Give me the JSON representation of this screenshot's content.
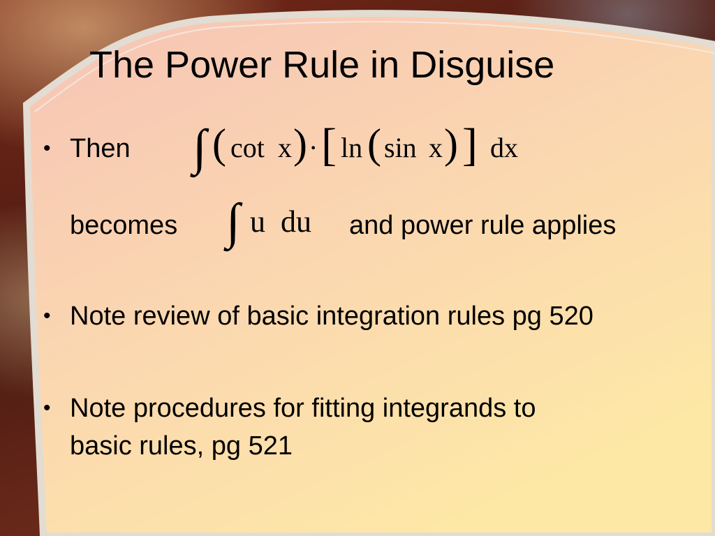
{
  "slide": {
    "title": "The Power Rule in Disguise",
    "bullets": [
      {
        "lead": "Then",
        "formula_1": {
          "integral": "∫",
          "lparen_1": "(",
          "cot": "cot",
          "x1": "x",
          "rparen_1": ")",
          "dot": "·",
          "lbracket": "[",
          "ln": "ln",
          "lparen_2": "(",
          "sin": "sin",
          "x2": "x",
          "rparen_2": ")",
          "rbracket": "]",
          "dx": "dx"
        },
        "becomes": "becomes",
        "formula_2": {
          "integral": "∫",
          "u": "u",
          "du": "du"
        },
        "applies": "and power rule applies"
      },
      {
        "text": "Note review of basic integration rules pg 520"
      },
      {
        "line1": "Note procedures for fitting integrands to",
        "line2": "basic rules, pg 521"
      }
    ],
    "bullet_symbol": "•",
    "colors": {
      "panel_top": "#f5c7b4",
      "panel_bottom": "#fde6a8",
      "border": "#d8d2c8",
      "frame_dark": "#5a1f14"
    }
  }
}
